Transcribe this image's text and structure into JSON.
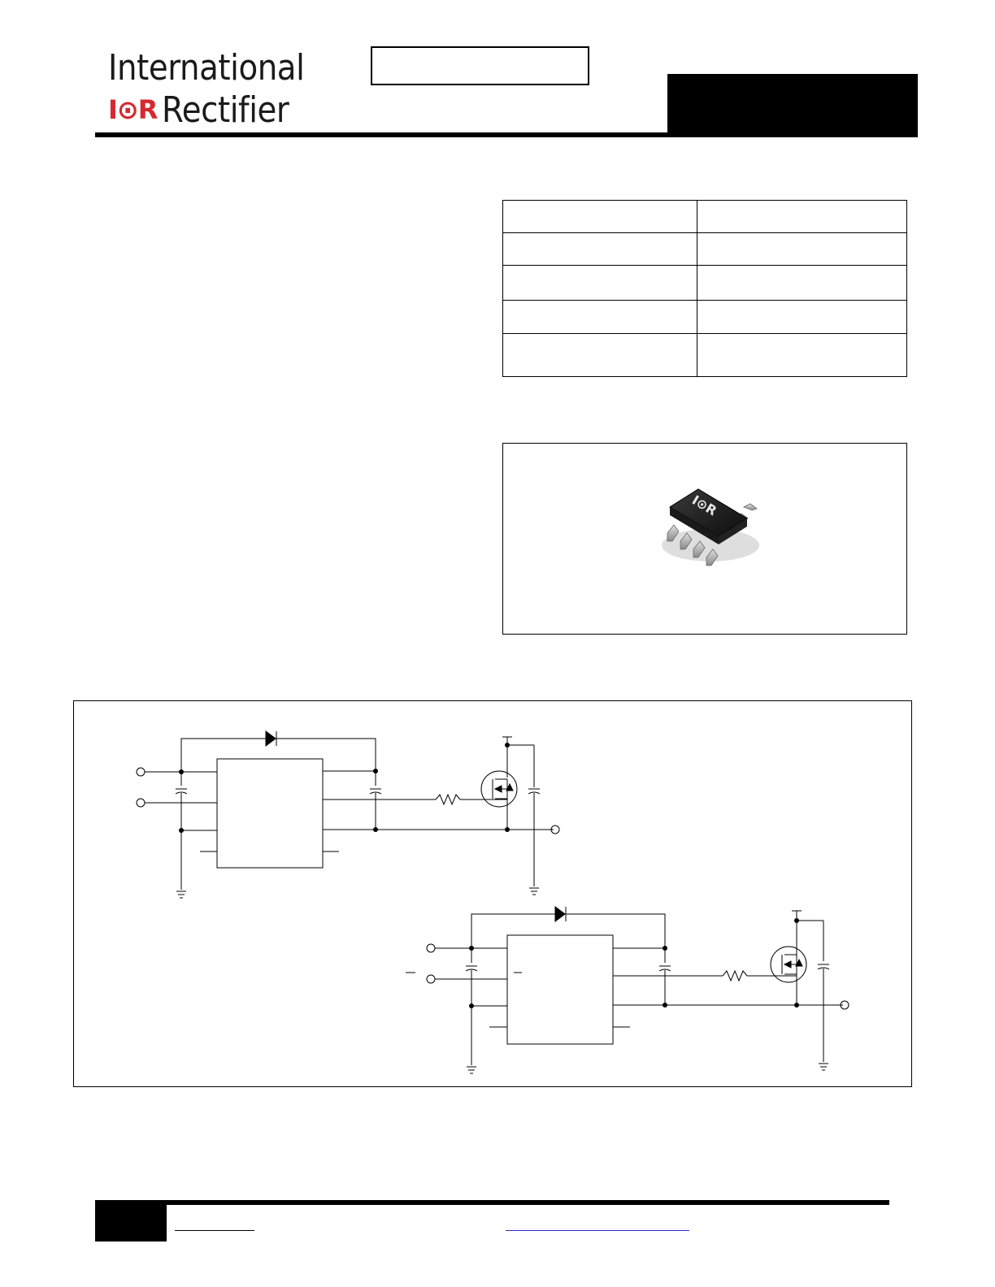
{
  "header": {
    "logo_line1": "International",
    "logo_mark": "I⊙R",
    "logo_line2": "Rectifier"
  },
  "params_table": {
    "rows": [
      [
        "",
        ""
      ],
      [
        "",
        ""
      ],
      [
        "",
        ""
      ],
      [
        "",
        ""
      ],
      [
        "",
        ""
      ]
    ]
  },
  "package": {
    "chip_marking": "I⊙R",
    "icon": "soic-8-package-icon"
  },
  "colors": {
    "brand_red": "#d7282f",
    "link_blue": "#2b2bd6"
  }
}
